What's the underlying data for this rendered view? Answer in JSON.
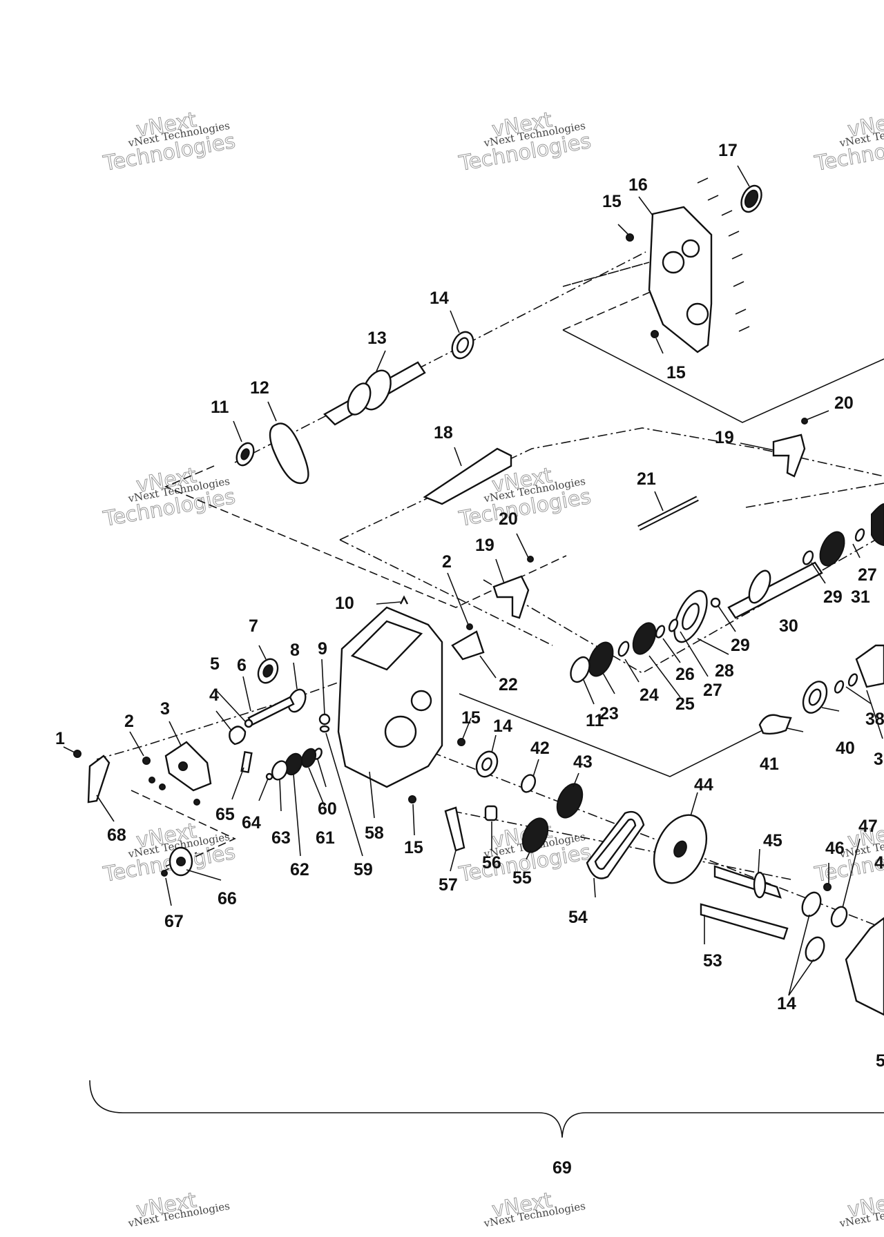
{
  "watermark": {
    "small": "vNext Technologies",
    "big_top": "vNext",
    "big_bottom": "Technologies"
  },
  "callouts": {
    "c1": "1",
    "c2a": "2",
    "c2b": "2",
    "c3": "3",
    "c4": "4",
    "c5": "5",
    "c6": "6",
    "c7": "7",
    "c8": "8",
    "c9": "9",
    "c10": "10",
    "c11a": "11",
    "c11b": "11",
    "c12": "12",
    "c13": "13",
    "c14a": "14",
    "c14b": "14",
    "c14c": "14",
    "c15a": "15",
    "c15b": "15",
    "c15c": "15",
    "c15d": "15",
    "c16": "16",
    "c17": "17",
    "c18": "18",
    "c19a": "19",
    "c19b": "19",
    "c20a": "20",
    "c20b": "20",
    "c21": "21",
    "c22": "22",
    "c23": "23",
    "c24": "24",
    "c25": "25",
    "c26": "26",
    "c27a": "27",
    "c27b": "27",
    "c28": "28",
    "c29a": "29",
    "c29b": "29",
    "c30": "30",
    "c31": "31",
    "c38": "38",
    "c3x": "3",
    "c40": "40",
    "c41": "41",
    "c42": "42",
    "c43": "43",
    "c44": "44",
    "c45": "45",
    "c46": "46",
    "c47": "47",
    "c4x": "4",
    "c53": "53",
    "c54": "54",
    "c55": "55",
    "c56": "56",
    "c57": "57",
    "c58": "58",
    "c59": "59",
    "c60": "60",
    "c61": "61",
    "c62": "62",
    "c63": "63",
    "c64": "64",
    "c65": "65",
    "c66": "66",
    "c67": "67",
    "c68": "68",
    "c69": "69",
    "c5x": "5"
  }
}
